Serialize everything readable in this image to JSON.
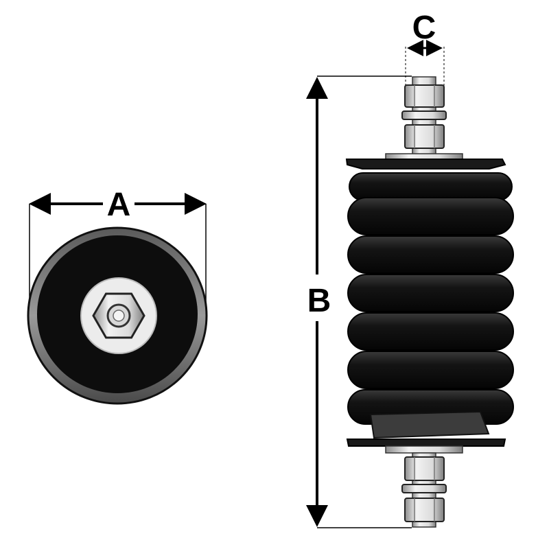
{
  "labels": {
    "a": "A",
    "b": "B",
    "c": "C"
  },
  "colors": {
    "ink": "#000000",
    "rubber": "#111111",
    "rim": "#7a7a7a",
    "metal": "#e6e6e6",
    "metal_shadow": "#9a9a9a",
    "background": "#ffffff"
  }
}
